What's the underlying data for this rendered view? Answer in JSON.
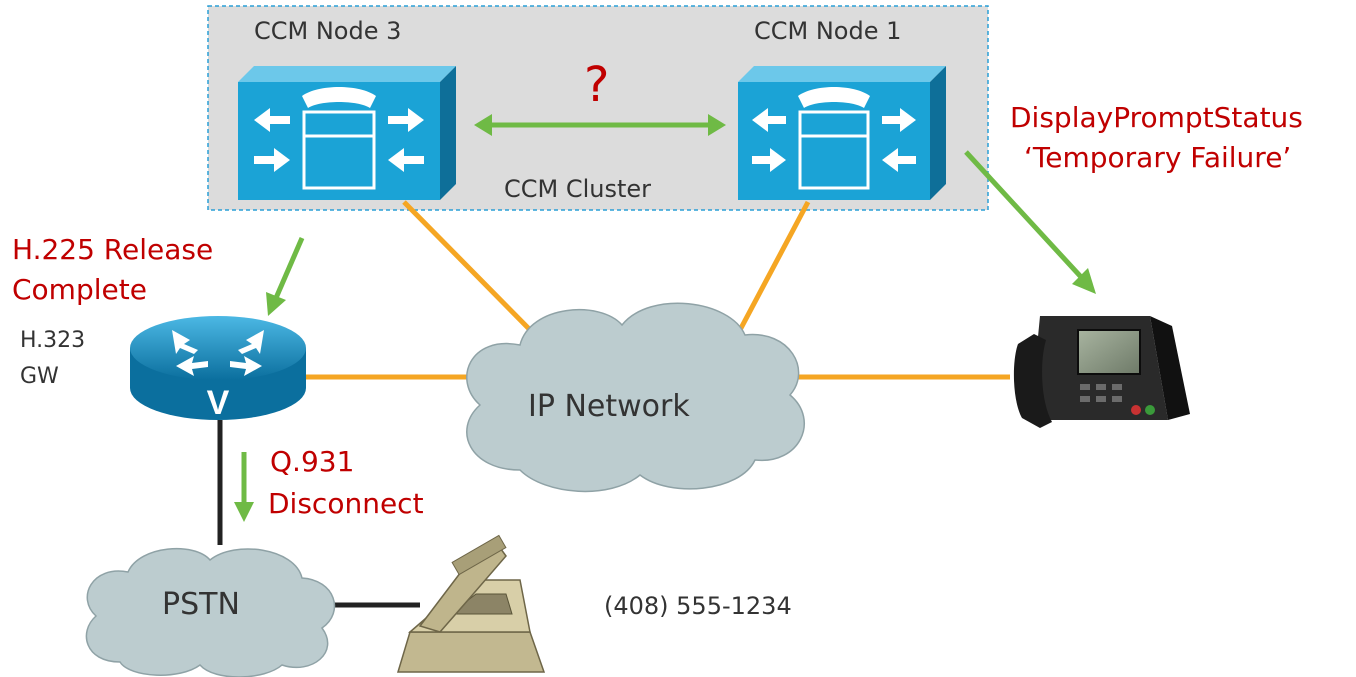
{
  "cluster": {
    "label": "CCM Cluster",
    "node_a": "CCM Node 3",
    "node_b": "CCM Node 1",
    "link_status": "?"
  },
  "gateway": {
    "label_line1": "H.323",
    "label_line2": "GW"
  },
  "messages": {
    "h225_line1": "H.225 Release",
    "h225_line2": "Complete",
    "q931_line1": "Q.931",
    "q931_line2": "Disconnect",
    "display_line1": "DisplayPromptStatus",
    "display_line2": "‘Temporary Failure’"
  },
  "networks": {
    "ip": "IP Network",
    "pstn": "PSTN"
  },
  "endpoints": {
    "pstn_phone_number": "(408) 555-1234"
  },
  "colors": {
    "cluster_fill": "#dcdcdc",
    "cluster_border": "#2a9fd6",
    "server_body": "#1ba3d6",
    "server_top": "#6cc8ea",
    "server_side": "#0e6f99",
    "ip_link": "#f5a623",
    "pstn_link": "#222222",
    "message_arrow": "#6fba45",
    "message_text": "#c00000",
    "cloud": "#bccccf",
    "router": "#1591c6"
  }
}
